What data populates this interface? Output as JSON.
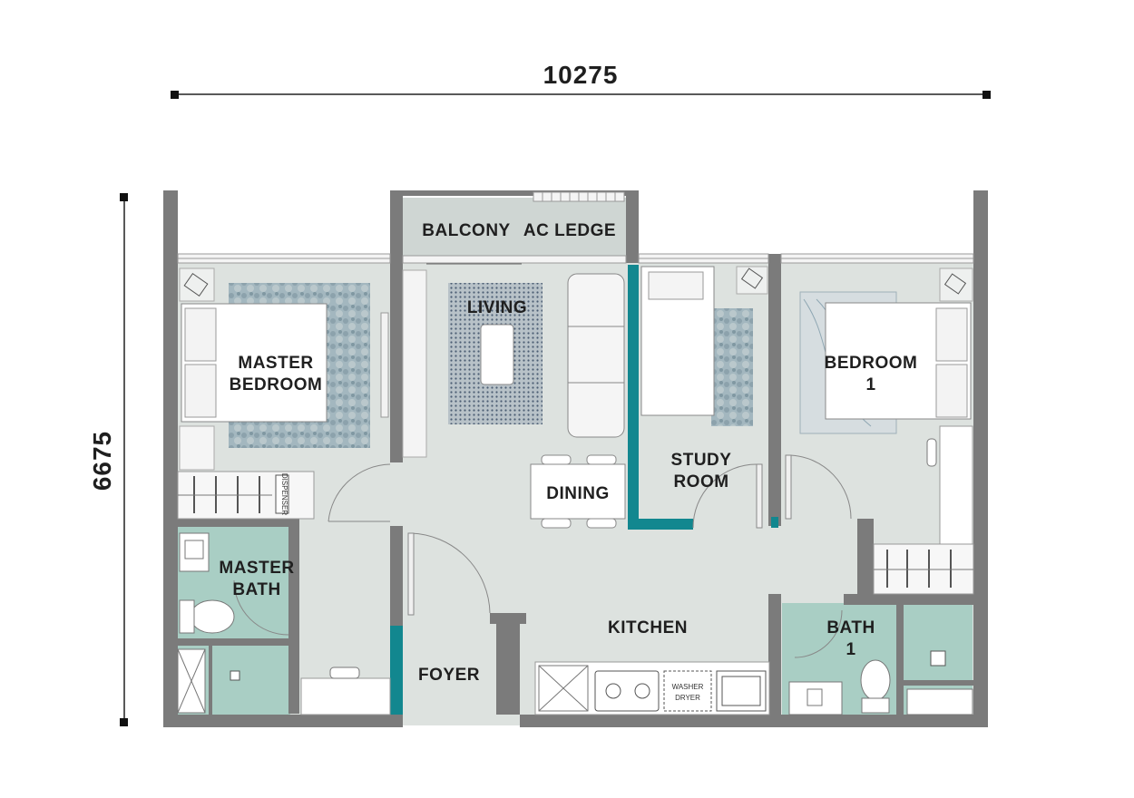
{
  "dimensions": {
    "width": "10275",
    "height": "6675"
  },
  "rooms": {
    "balcony": "BALCONY",
    "ac_ledge": "AC LEDGE",
    "living": "LIVING",
    "master_bedroom_line1": "MASTER",
    "master_bedroom_line2": "BEDROOM",
    "bedroom1_line1": "BEDROOM",
    "bedroom1_line2": "1",
    "study_line1": "STUDY",
    "study_line2": "ROOM",
    "dining": "DINING",
    "master_bath_line1": "MASTER",
    "master_bath_line2": "BATH",
    "kitchen": "KITCHEN",
    "bath1_line1": "BATH",
    "bath1_line2": "1",
    "foyer": "FOYER"
  },
  "fixtures": {
    "washer_dryer_line1": "WASHER",
    "washer_dryer_line2": "DRYER",
    "dispenser": "DISPENSER"
  },
  "colors": {
    "floor": "#dde2df",
    "wet_floor": "#a9cec4",
    "wall": "#7b7b7b",
    "accent_wall": "#12878f",
    "rug": "#7f97a2"
  }
}
